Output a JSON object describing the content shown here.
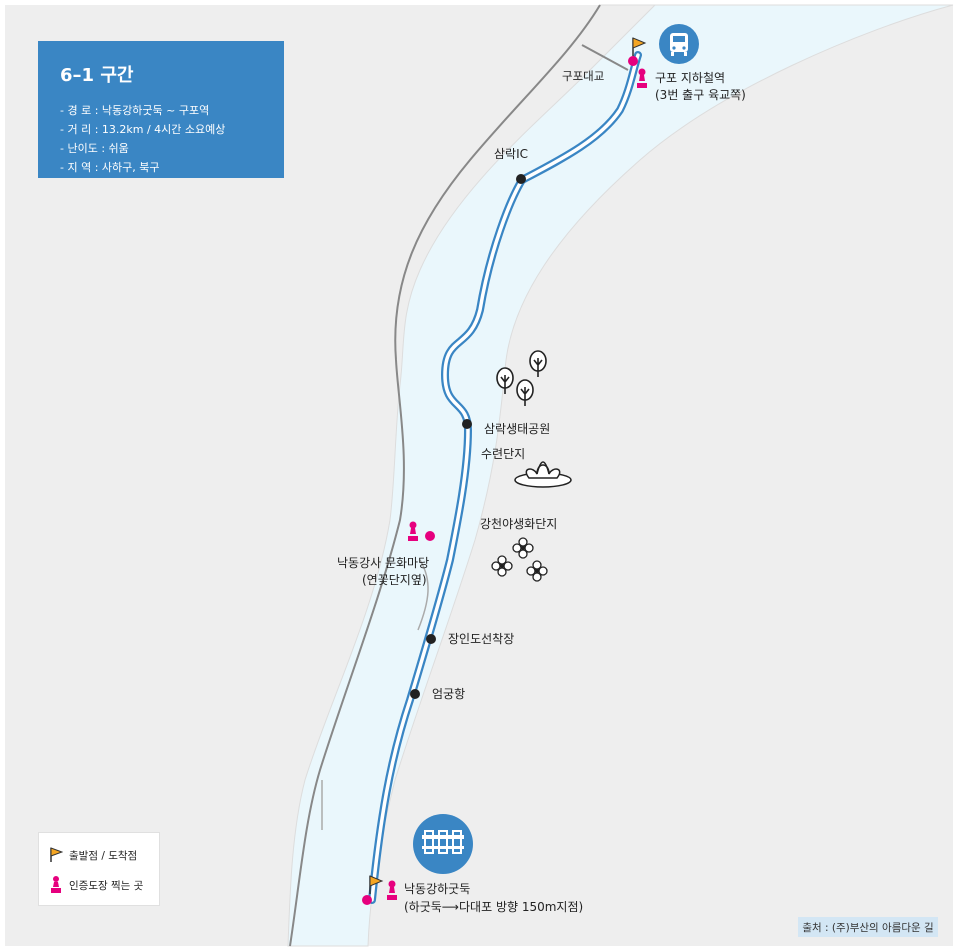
{
  "info": {
    "title": "6–1 구간",
    "rows": [
      "- 경   로 : 낙동강하굿둑 ~ 구포역",
      "- 거   리 : 13.2km / 4시간 소요예상",
      "- 난이도 : 쉬움",
      "- 지   역 : 사하구, 북구"
    ]
  },
  "labels": {
    "gupo_bridge": "구포대교",
    "gupo_station_1": "구포 지하철역",
    "gupo_station_2": "(3번 출구 육교쪽)",
    "samrak_ic": "삼락IC",
    "samrak_park": "삼락생태공원",
    "lotus": "수련단지",
    "wildflower": "강천야생화단지",
    "culture_1": "낙동강사 문화마당",
    "culture_2": "(연꽃단지옆)",
    "jangin": "장인도선착장",
    "eomgung": "엄궁항",
    "estuary_1": "낙동강하굿둑",
    "estuary_2": "(하굿둑⟶다대포 방향 150m지점)"
  },
  "legend": {
    "start_end": "출발점 / 도착점",
    "stamp": "인증도장 찍는 곳"
  },
  "source": "출처 : (주)부산의 아름다운 길",
  "icons": {
    "bus": "bus-icon",
    "weir": "estuary-barrage-icon",
    "flag": "flag-icon",
    "stamp": "stamp-icon",
    "tree": "tree-icon",
    "lotus": "lotus-icon",
    "flower": "flower-icon"
  },
  "colors": {
    "land": "#eeeeee",
    "river": "#eaf7fc",
    "route": "#3a86c4",
    "info_box": "#3a86c4",
    "stamp": "#e6007e",
    "flag": "#f5a623",
    "road": "#888888",
    "source_bg": "#d3e6f4"
  }
}
